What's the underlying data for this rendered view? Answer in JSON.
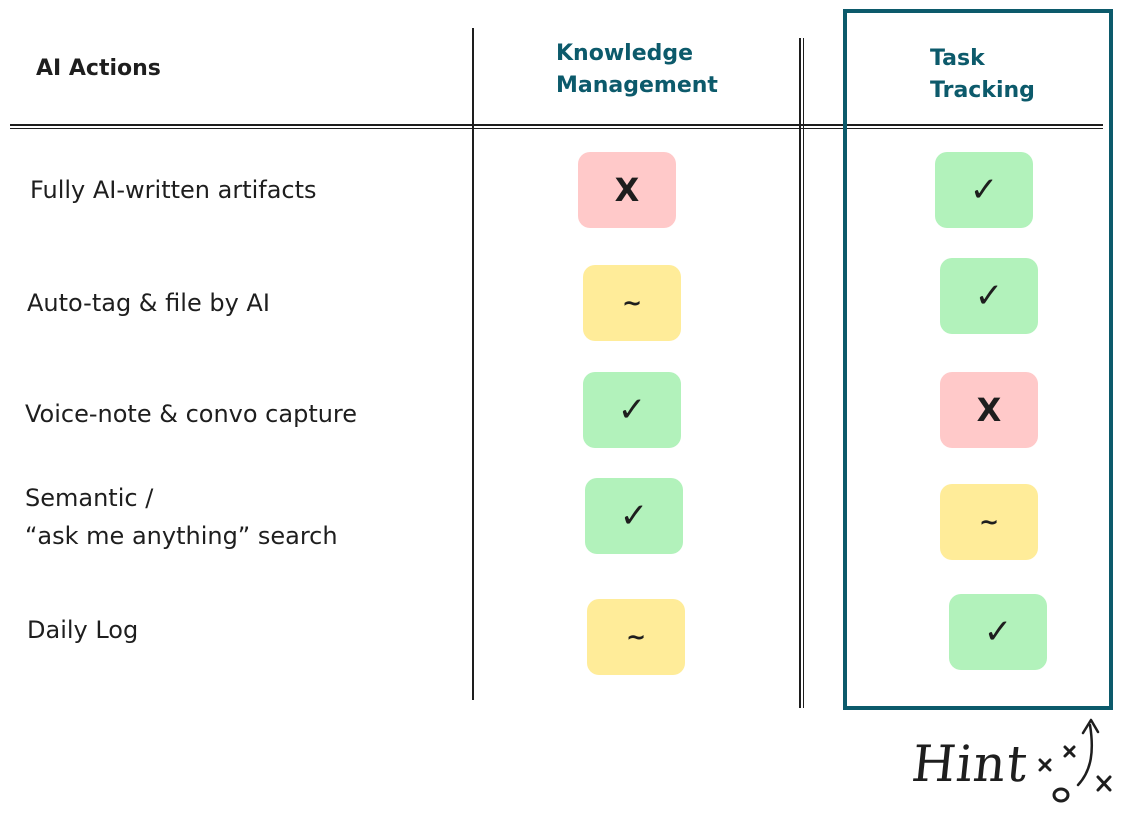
{
  "header": {
    "row_header": "AI Actions",
    "columns": [
      {
        "line1": "Knowledge",
        "line2": "Management"
      },
      {
        "line1": "Task",
        "line2": "Tracking"
      }
    ]
  },
  "rows": [
    {
      "label_line1": "Fully AI-written artifacts",
      "label_line2": "",
      "knowledge": "no",
      "task": "yes"
    },
    {
      "label_line1": "Auto-tag & file by AI",
      "label_line2": "",
      "knowledge": "partial",
      "task": "yes"
    },
    {
      "label_line1": "Voice-note & convo capture",
      "label_line2": "",
      "knowledge": "yes",
      "task": "no"
    },
    {
      "label_line1": "Semantic /",
      "label_line2": "“ask me anything” search",
      "knowledge": "yes",
      "task": "partial"
    },
    {
      "label_line1": "Daily Log",
      "label_line2": "",
      "knowledge": "partial",
      "task": "yes"
    }
  ],
  "marks": {
    "yes": "✓",
    "no": "X",
    "partial": "~"
  },
  "colors": {
    "yes": "#b2f2bb",
    "no": "#ffc9c9",
    "partial": "#ffec99",
    "highlight": "#0c5a6b"
  },
  "hint": {
    "label": "Hint",
    "doodle": "x x o x"
  }
}
